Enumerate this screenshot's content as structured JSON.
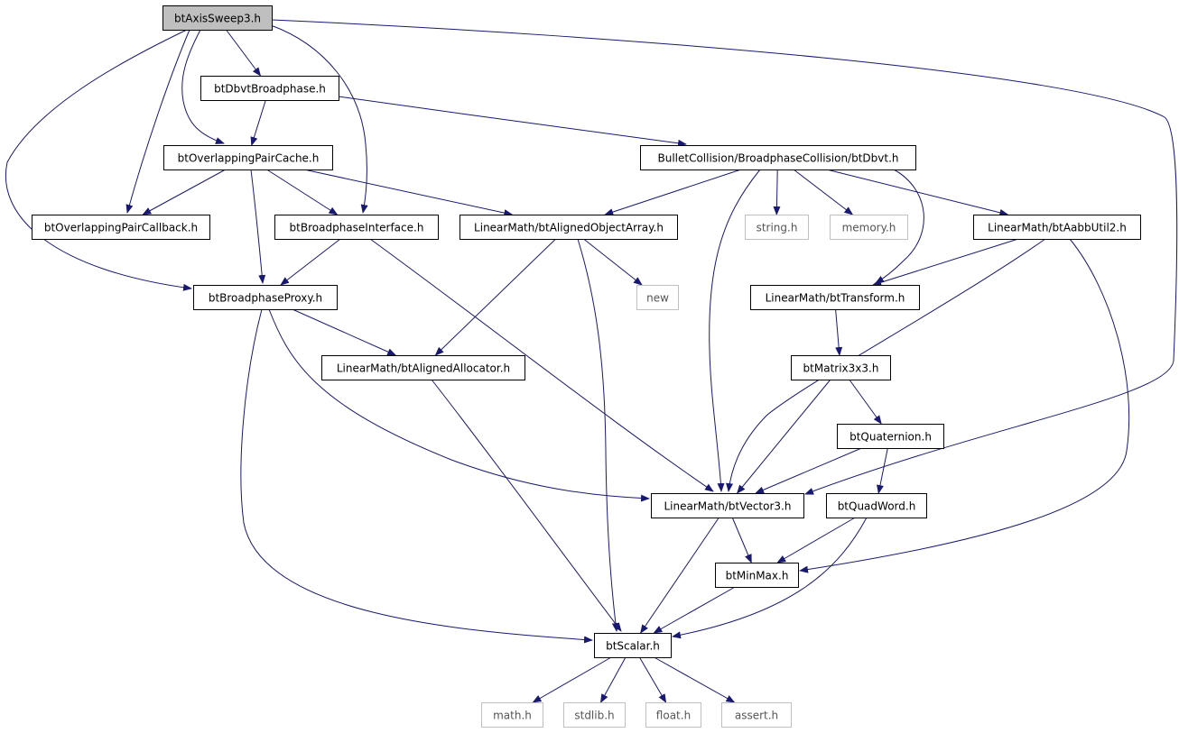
{
  "colors": {
    "edge": "#191970",
    "root_fill": "#bfbfbf",
    "node_border": "#000000",
    "external_border": "#bfbfbf",
    "background": "#ffffff"
  },
  "nodes": {
    "root": {
      "label": "btAxisSweep3.h",
      "kind": "root"
    },
    "dbvtbp": {
      "label": "btDbvtBroadphase.h",
      "kind": "file"
    },
    "opc": {
      "label": "btOverlappingPairCache.h",
      "kind": "file"
    },
    "dbvt": {
      "label": "BulletCollision/BroadphaseCollision/btDbvt.h",
      "kind": "file"
    },
    "opcb": {
      "label": "btOverlappingPairCallback.h",
      "kind": "file"
    },
    "bpi": {
      "label": "btBroadphaseInterface.h",
      "kind": "file"
    },
    "aoa": {
      "label": "LinearMath/btAlignedObjectArray.h",
      "kind": "file"
    },
    "string": {
      "label": "string.h",
      "kind": "external"
    },
    "memory": {
      "label": "memory.h",
      "kind": "external"
    },
    "aabb": {
      "label": "LinearMath/btAabbUtil2.h",
      "kind": "file"
    },
    "bpp": {
      "label": "btBroadphaseProxy.h",
      "kind": "file"
    },
    "new": {
      "label": "new",
      "kind": "external"
    },
    "transform": {
      "label": "LinearMath/btTransform.h",
      "kind": "file"
    },
    "alloc": {
      "label": "LinearMath/btAlignedAllocator.h",
      "kind": "file"
    },
    "mat": {
      "label": "btMatrix3x3.h",
      "kind": "file"
    },
    "quat": {
      "label": "btQuaternion.h",
      "kind": "file"
    },
    "vec": {
      "label": "LinearMath/btVector3.h",
      "kind": "file"
    },
    "quadword": {
      "label": "btQuadWord.h",
      "kind": "file"
    },
    "minmax": {
      "label": "btMinMax.h",
      "kind": "file"
    },
    "scalar": {
      "label": "btScalar.h",
      "kind": "file"
    },
    "math": {
      "label": "math.h",
      "kind": "external"
    },
    "stdlib": {
      "label": "stdlib.h",
      "kind": "external"
    },
    "float": {
      "label": "float.h",
      "kind": "external"
    },
    "assert": {
      "label": "assert.h",
      "kind": "external"
    }
  },
  "edges": [
    [
      "root",
      "dbvtbp"
    ],
    [
      "root",
      "opc"
    ],
    [
      "root",
      "opcb"
    ],
    [
      "root",
      "bpi"
    ],
    [
      "root",
      "bpp"
    ],
    [
      "root",
      "vec"
    ],
    [
      "dbvtbp",
      "opc"
    ],
    [
      "dbvtbp",
      "dbvt"
    ],
    [
      "opc",
      "opcb"
    ],
    [
      "opc",
      "bpi"
    ],
    [
      "opc",
      "bpp"
    ],
    [
      "opc",
      "aoa"
    ],
    [
      "dbvt",
      "aoa"
    ],
    [
      "dbvt",
      "string"
    ],
    [
      "dbvt",
      "memory"
    ],
    [
      "dbvt",
      "aabb"
    ],
    [
      "dbvt",
      "transform"
    ],
    [
      "dbvt",
      "vec"
    ],
    [
      "bpi",
      "bpp"
    ],
    [
      "bpi",
      "vec"
    ],
    [
      "aoa",
      "alloc"
    ],
    [
      "aoa",
      "new"
    ],
    [
      "aoa",
      "scalar"
    ],
    [
      "aabb",
      "transform"
    ],
    [
      "aabb",
      "vec"
    ],
    [
      "aabb",
      "minmax"
    ],
    [
      "bpp",
      "alloc"
    ],
    [
      "bpp",
      "vec"
    ],
    [
      "bpp",
      "scalar"
    ],
    [
      "transform",
      "mat"
    ],
    [
      "alloc",
      "scalar"
    ],
    [
      "mat",
      "quat"
    ],
    [
      "mat",
      "vec"
    ],
    [
      "quat",
      "vec"
    ],
    [
      "quat",
      "quadword"
    ],
    [
      "vec",
      "minmax"
    ],
    [
      "vec",
      "scalar"
    ],
    [
      "quadword",
      "minmax"
    ],
    [
      "quadword",
      "scalar"
    ],
    [
      "minmax",
      "scalar"
    ],
    [
      "scalar",
      "math"
    ],
    [
      "scalar",
      "stdlib"
    ],
    [
      "scalar",
      "float"
    ],
    [
      "scalar",
      "assert"
    ]
  ]
}
